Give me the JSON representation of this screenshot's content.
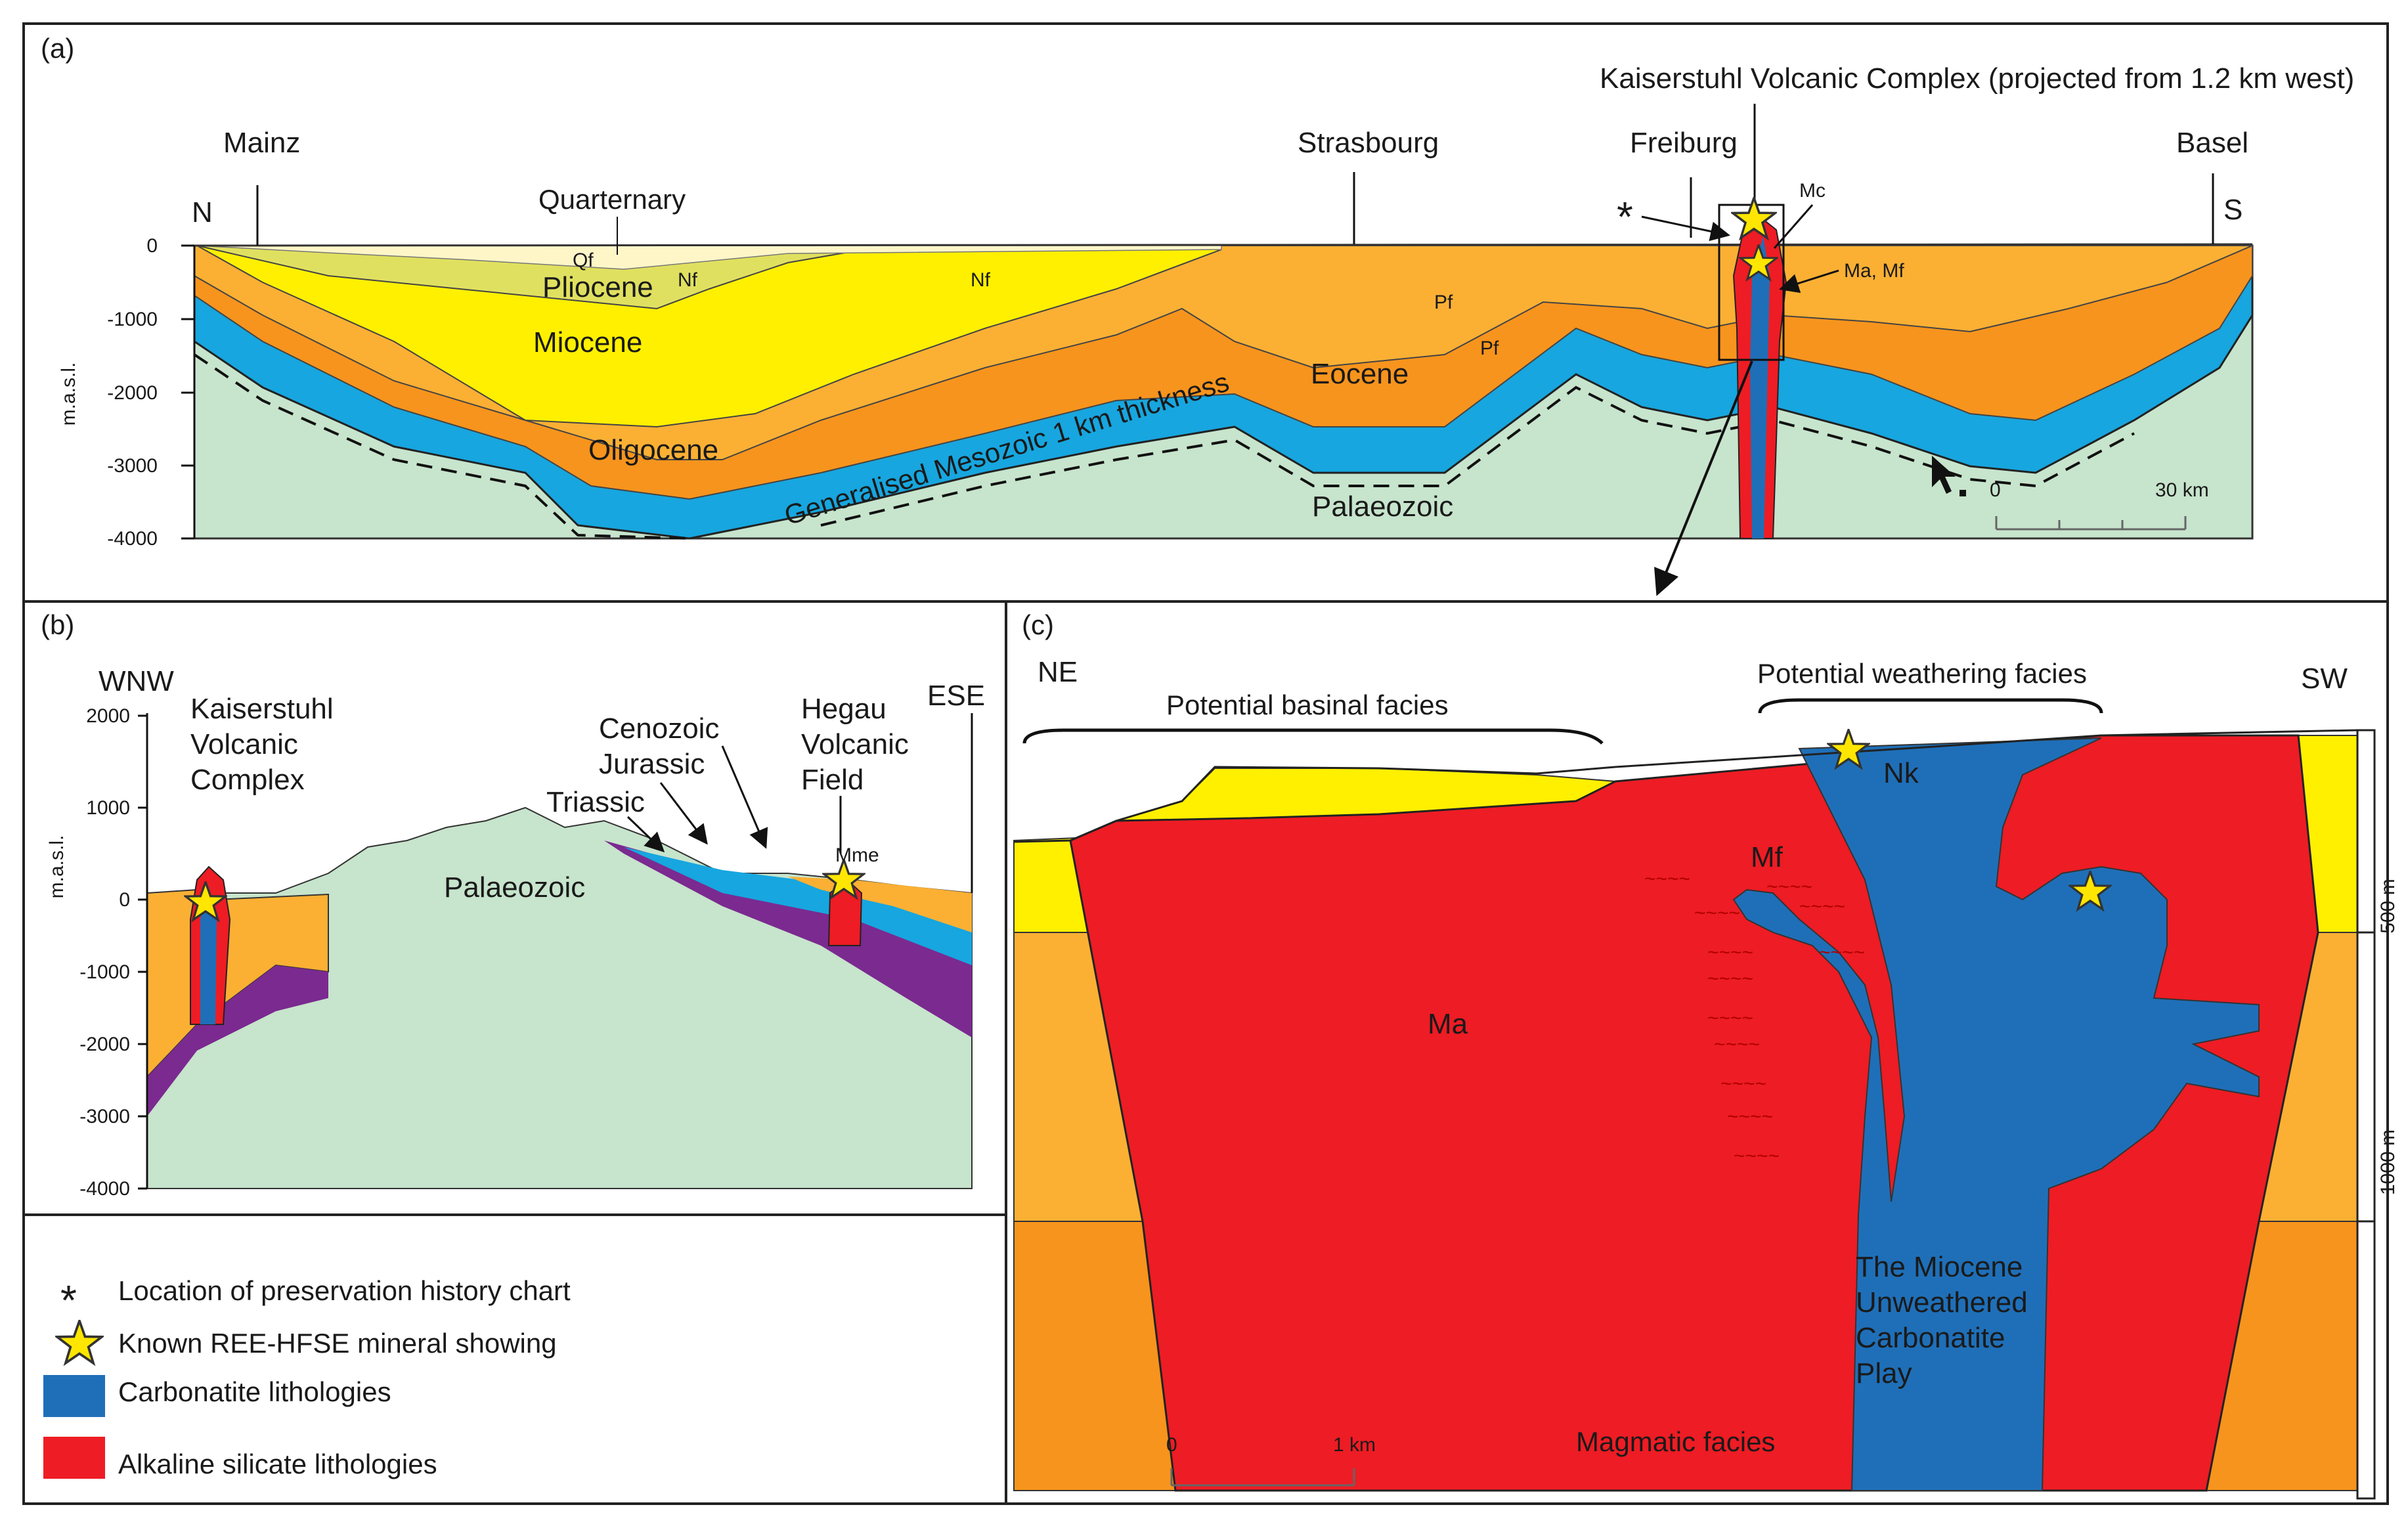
{
  "panel_a": {
    "label": "(a)",
    "header": "Kaiserstuhl Volcanic Complex (projected from 1.2 km west)",
    "cities": [
      "Mainz",
      "Strasbourg",
      "Freiburg",
      "Basel"
    ],
    "north": "N",
    "south": "S",
    "y_axis_label": "m.a.s.l.",
    "y_ticks": [
      "0",
      "-1000",
      "-2000",
      "-3000",
      "-4000"
    ],
    "scale": [
      "0",
      "30 km"
    ],
    "units": {
      "quarternary": "Quarternary",
      "qf": "Qf",
      "pliocene": "Pliocene",
      "nf1": "Nf",
      "nf2": "Nf",
      "miocene": "Miocene",
      "oligocene": "Oligocene",
      "eocene": "Eocene",
      "pf1": "Pf",
      "pf2": "Pf",
      "mesozoic": "Generalised Mesozoic 1 km thickness",
      "palaeozoic": "Palaeozoic",
      "mc": "Mc",
      "mamf": "Ma, Mf",
      "asterisk": "*"
    }
  },
  "panel_b": {
    "label": "(b)",
    "west": "WNW",
    "east": "ESE",
    "y_axis_label": "m.a.s.l.",
    "y_ticks": [
      "2000",
      "1000",
      "0",
      "-1000",
      "-2000",
      "-3000",
      "-4000"
    ],
    "kaiserstuhl": [
      "Kaiserstuhl",
      "Volcanic",
      "Complex"
    ],
    "cenozoic": "Cenozoic",
    "jurassic": "Jurassic",
    "triassic": "Triassic",
    "hegau": [
      "Hegau",
      "Volcanic",
      "Field"
    ],
    "mme": "Mme",
    "palaeozoic": "Palaeozoic"
  },
  "panel_c": {
    "label": "(c)",
    "ne": "NE",
    "sw": "SW",
    "basinal": "Potential basinal facies",
    "weathering": "Potential weathering facies",
    "nk": "Nk",
    "mf": "Mf",
    "ma": "Ma",
    "play": [
      "The Miocene",
      "Unweathered",
      "Carbonatite",
      "Play"
    ],
    "magmatic": "Magmatic facies",
    "scale": [
      "0",
      "1 km"
    ],
    "depth_ticks": [
      "500 m",
      "1000 m"
    ],
    "wavy": "~~~~"
  },
  "legend": [
    {
      "symbol": "asterisk",
      "text": "Location of preservation history chart"
    },
    {
      "symbol": "star",
      "text": "Known REE-HFSE mineral showing"
    },
    {
      "symbol": "blue-box",
      "text": "Carbonatite lithologies"
    },
    {
      "symbol": "red-box",
      "text": "Alkaline silicate lithologies"
    }
  ],
  "colors": {
    "quaternary": "#fff6c8",
    "pliocene": "#e0e060",
    "miocene": "#fff000",
    "oligocene": "#fbb034",
    "eocene": "#f7941d",
    "mesozoic": "#17a6df",
    "palaeozoic": "#c7e4cc",
    "carbonatite": "#1f6fb8",
    "alkaline": "#ee1c24",
    "triassic": "#7b2a90",
    "star": "#ffe600"
  }
}
